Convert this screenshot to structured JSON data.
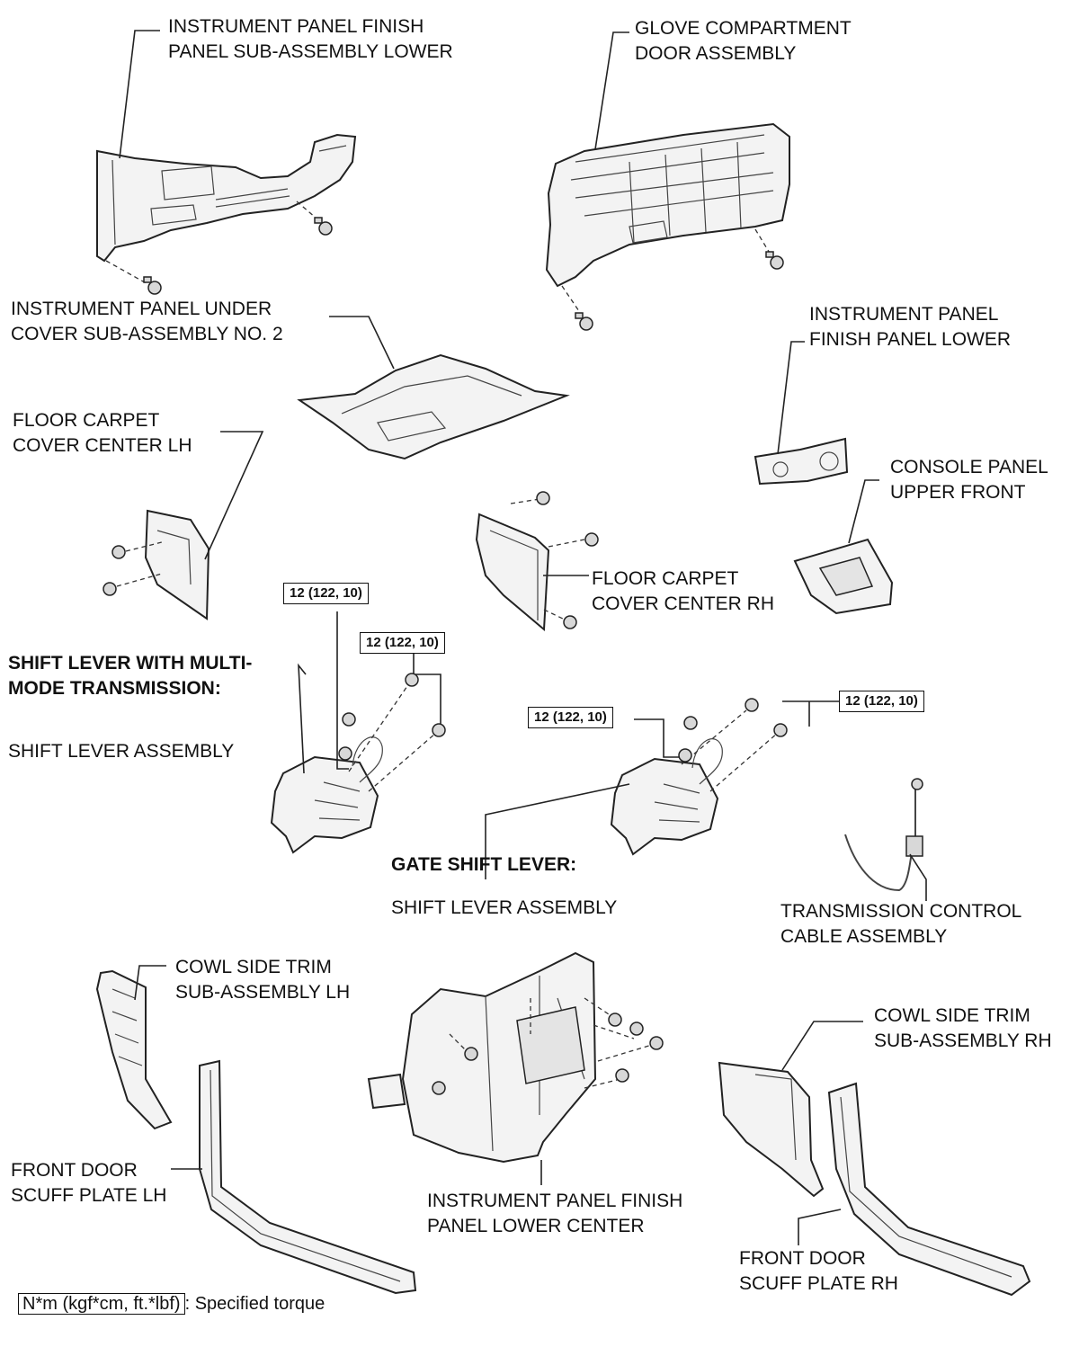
{
  "labels": {
    "ip_finish_lower_sub": [
      "INSTRUMENT PANEL FINISH",
      "PANEL SUB-ASSEMBLY LOWER"
    ],
    "glove_door": [
      "GLOVE COMPARTMENT",
      "DOOR ASSEMBLY"
    ],
    "ip_under_cover": [
      "INSTRUMENT PANEL UNDER",
      "COVER SUB-ASSEMBLY NO. 2"
    ],
    "ip_finish_lower": [
      "INSTRUMENT PANEL",
      "FINISH PANEL LOWER"
    ],
    "floor_carpet_lh": [
      "FLOOR CARPET",
      "COVER CENTER LH"
    ],
    "console_upper_front": [
      "CONSOLE PANEL",
      "UPPER FRONT"
    ],
    "floor_carpet_rh": [
      "FLOOR CARPET",
      "COVER CENTER RH"
    ],
    "shift_multi_mode": [
      "SHIFT LEVER WITH MULTI-",
      "MODE TRANSMISSION:"
    ],
    "shift_assembly_1": "SHIFT LEVER ASSEMBLY",
    "gate_shift": "GATE SHIFT LEVER:",
    "shift_assembly_2": "SHIFT LEVER ASSEMBLY",
    "trans_cable": [
      "TRANSMISSION CONTROL",
      "CABLE ASSEMBLY"
    ],
    "cowl_lh": [
      "COWL SIDE TRIM",
      "SUB-ASSEMBLY LH"
    ],
    "cowl_rh": [
      "COWL SIDE TRIM",
      "SUB-ASSEMBLY RH"
    ],
    "scuff_lh": [
      "FRONT DOOR",
      "SCUFF PLATE LH"
    ],
    "ip_lower_center": [
      "INSTRUMENT PANEL FINISH",
      "PANEL LOWER CENTER"
    ],
    "scuff_rh": [
      "FRONT DOOR",
      "SCUFF PLATE RH"
    ]
  },
  "torques": {
    "t1": "12 (122, 10)",
    "t2": "12 (122, 10)",
    "t3": "12 (122, 10)",
    "t4": "12 (122, 10)"
  },
  "legend": {
    "unit_box": "N*m (kgf*cm, ft.*lbf)",
    "text": ": Specified torque"
  }
}
